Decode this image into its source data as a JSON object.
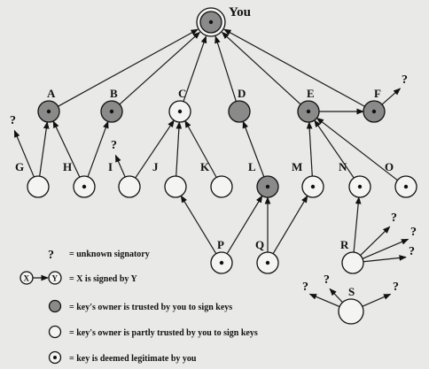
{
  "you_label": "You",
  "legend": {
    "unknown": "= unknown signatory",
    "signed_by": "= X is signed by Y",
    "signed_by_x": "X",
    "signed_by_y": "Y",
    "trusted": "= key's owner is trusted by you to sign keys",
    "partly": "= key's owner is partly trusted by you to sign keys",
    "legit": "= key is deemed legitimate by you",
    "qmark": "?"
  },
  "nodes": [
    {
      "id": "You",
      "label": "",
      "trust": "full",
      "legit": true,
      "you": true
    },
    {
      "id": "A",
      "label": "A",
      "trust": "full",
      "legit": true
    },
    {
      "id": "B",
      "label": "B",
      "trust": "full",
      "legit": true
    },
    {
      "id": "C",
      "label": "C",
      "trust": "none",
      "legit": true
    },
    {
      "id": "D",
      "label": "D",
      "trust": "full",
      "legit": false
    },
    {
      "id": "E",
      "label": "E",
      "trust": "full",
      "legit": true
    },
    {
      "id": "F",
      "label": "F",
      "trust": "full",
      "legit": true
    },
    {
      "id": "G",
      "label": "G",
      "trust": "none",
      "legit": false
    },
    {
      "id": "H",
      "label": "H",
      "trust": "none",
      "legit": true
    },
    {
      "id": "I",
      "label": "I",
      "trust": "none",
      "legit": false
    },
    {
      "id": "J",
      "label": "J",
      "trust": "none",
      "legit": false
    },
    {
      "id": "K",
      "label": "K",
      "trust": "none",
      "legit": false
    },
    {
      "id": "L",
      "label": "L",
      "trust": "full",
      "legit": true
    },
    {
      "id": "M",
      "label": "M",
      "trust": "none",
      "legit": true
    },
    {
      "id": "N",
      "label": "N",
      "trust": "none",
      "legit": true
    },
    {
      "id": "O",
      "label": "O",
      "trust": "none",
      "legit": true
    },
    {
      "id": "P",
      "label": "P",
      "trust": "none",
      "legit": true
    },
    {
      "id": "Q",
      "label": "Q",
      "trust": "none",
      "legit": true
    },
    {
      "id": "R",
      "label": "R",
      "trust": "none",
      "legit": false
    },
    {
      "id": "S",
      "label": "S",
      "trust": "none",
      "legit": false
    }
  ],
  "edges": [
    [
      "A",
      "You"
    ],
    [
      "B",
      "You"
    ],
    [
      "C",
      "You"
    ],
    [
      "D",
      "You"
    ],
    [
      "E",
      "You"
    ],
    [
      "F",
      "You"
    ],
    [
      "G",
      "A"
    ],
    [
      "H",
      "A"
    ],
    [
      "H",
      "B"
    ],
    [
      "I",
      "C"
    ],
    [
      "J",
      "C"
    ],
    [
      "K",
      "C"
    ],
    [
      "L",
      "D"
    ],
    [
      "M",
      "E"
    ],
    [
      "N",
      "E"
    ],
    [
      "O",
      "E"
    ],
    [
      "E",
      "F"
    ],
    [
      "P",
      "J"
    ],
    [
      "P",
      "L"
    ],
    [
      "Q",
      "L"
    ],
    [
      "Q",
      "M"
    ],
    [
      "R",
      "N"
    ]
  ],
  "unknown_marks": [
    {
      "from": "G",
      "id": "q-g"
    },
    {
      "from": "I",
      "id": "q-i"
    },
    {
      "from": "F",
      "id": "q-f"
    },
    {
      "from": "R",
      "id": "q-r1"
    },
    {
      "from": "R",
      "id": "q-r2"
    },
    {
      "from": "R",
      "id": "q-r3"
    },
    {
      "from": "S",
      "id": "q-s1"
    },
    {
      "from": "S",
      "id": "q-s2"
    },
    {
      "from": "S",
      "id": "q-s3"
    }
  ]
}
